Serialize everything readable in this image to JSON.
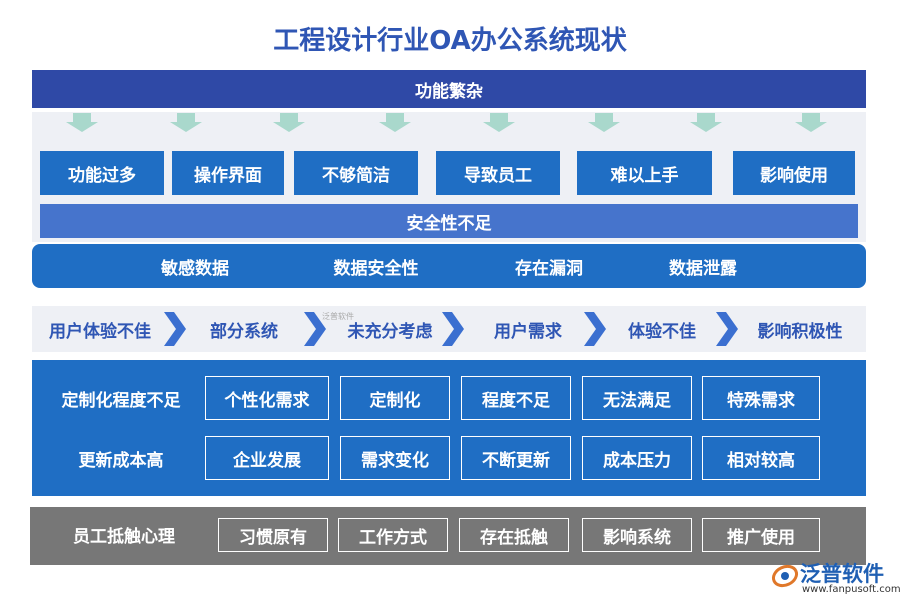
{
  "title": "工程设计行业OA办公系统现状",
  "top_band": "功能繁杂",
  "functions": [
    "功能过多",
    "操作界面",
    "不够简洁",
    "导致员工",
    "难以上手",
    "影响使用"
  ],
  "safety_band": "安全性不足",
  "data_items": [
    "敏感数据",
    "数据安全性",
    "存在漏洞",
    "数据泄露"
  ],
  "flow_items": [
    "用户体验不佳",
    "部分系统",
    "未充分考虑",
    "用户需求",
    "体验不佳",
    "影响积极性"
  ],
  "customization": {
    "row1_label": "定制化程度不足",
    "row1_items": [
      "个性化需求",
      "定制化",
      "程度不足",
      "无法满足",
      "特殊需求"
    ],
    "row2_label": "更新成本高",
    "row2_items": [
      "企业发展",
      "需求变化",
      "不断更新",
      "成本压力",
      "相对较高"
    ]
  },
  "resistance": {
    "label": "员工抵触心理",
    "items": [
      "习惯原有",
      "工作方式",
      "存在抵触",
      "影响系统",
      "推广使用"
    ]
  },
  "logo": {
    "name": "泛普软件",
    "url": "www.fanpusoft.com",
    "watermark": "泛普软件"
  },
  "colors": {
    "title": "#2f56b4",
    "dark_blue": "#2f49a6",
    "blue": "#1f6ec4",
    "mid_blue": "#4674cc",
    "arrow": "#a9d8cc",
    "gray": "#777777",
    "light_bg": "#eef0f5"
  }
}
